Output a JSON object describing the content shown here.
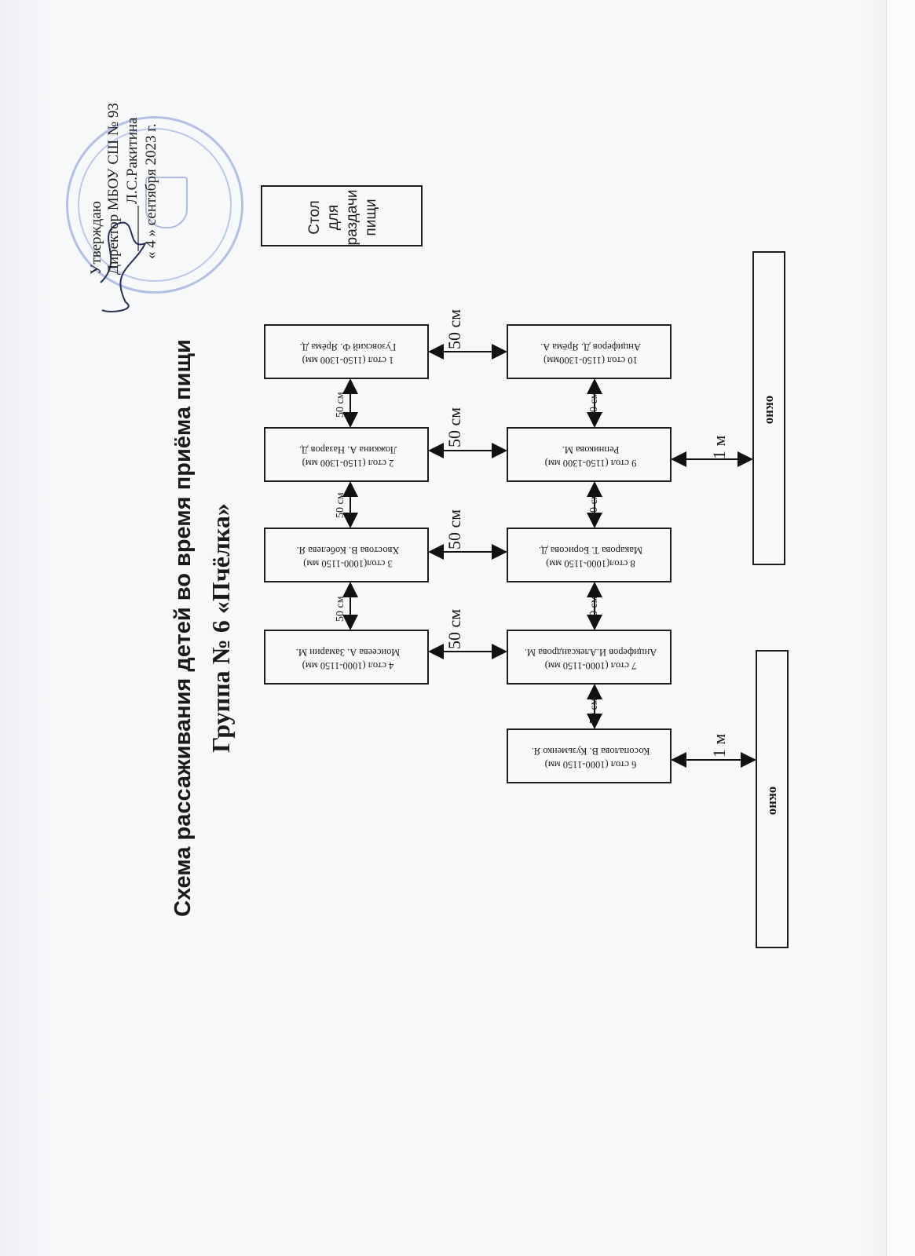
{
  "document": {
    "title": "Схема рассаживания детей во время приёма пищи",
    "subtitle": "Группа № 6 «Пчёлка»",
    "approval": {
      "line1": "Утверждаю",
      "line2": "Директор МБОУ СШ № 93",
      "line3": "Л.С.Ракитина",
      "line4": "« 4 » сентября 2023 г."
    },
    "serving_table": "Стол для раздачи пищи",
    "window_label": "окно",
    "tables": [
      {
        "num": "1 стол (1150-1300 мм)",
        "names": "Гузовский Ф.     Ярёма Д."
      },
      {
        "num": "2 стол (1150-1300 мм)",
        "names": "Ложкина А.    Назаров Д."
      },
      {
        "num": "3 стол(1000-1150 мм)",
        "names": "Хвостова В.    Кобелева Я."
      },
      {
        "num": "4 стол (1000-1150 мм)",
        "names": "Моисеева А.    Замарин М."
      },
      {
        "num": "6 стол (1000-1150 мм)",
        "names": "Косопалова В. Кузьменко Я."
      },
      {
        "num": "7 стол (1000-1150 мм)",
        "names": "Анциферов И.Александрова М."
      },
      {
        "num": "8 стол(1000-1150 мм)",
        "names": "Макарова Т.   Борисова Д."
      },
      {
        "num": "9 стол (1150-1300 мм)",
        "names": "Репникова М."
      },
      {
        "num": "10 стол (1150-1300мм)",
        "names": "Анциферов Д.     Ярёма А."
      }
    ],
    "distances": {
      "small": "50 см",
      "large": "50 см",
      "window": "1 м"
    }
  }
}
